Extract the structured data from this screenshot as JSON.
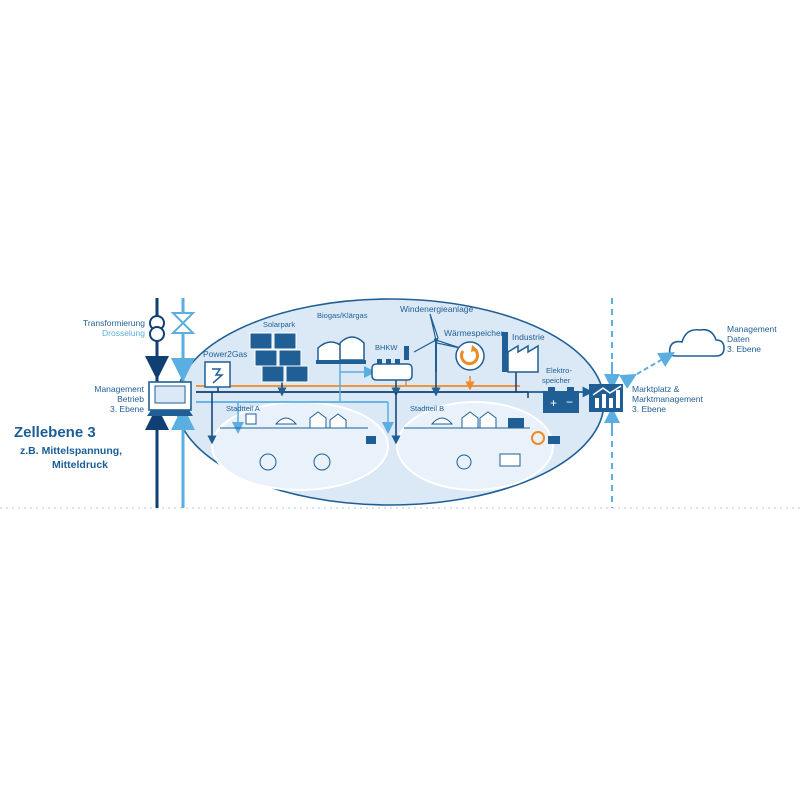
{
  "labels": {
    "transformation": "Transformierung",
    "throttling": "Drosselung",
    "mgmt_operation_1": "Management",
    "mgmt_operation_2": "Betrieb",
    "mgmt_operation_3": "3. Ebene",
    "cell_level_title": "Zellebene 3",
    "cell_level_sub_1": "z.B. Mittelspannung,",
    "cell_level_sub_2": "Mitteldruck",
    "solar_park": "Solarpark",
    "biogas": "Biogas/Klärgas",
    "power2gas": "Power2Gas",
    "chp": "BHKW",
    "wind": "Windenergieanlage",
    "heat_storage": "Wärmespeicher",
    "industry": "Industrie",
    "electro_storage_1": "Elektro-",
    "electro_storage_2": "speicher",
    "district_a": "Stadtteil A",
    "district_b": "Stadtteil B",
    "marketplace_1": "Marktplatz &",
    "marketplace_2": "Marktmanagement",
    "marketplace_3": "3. Ebene",
    "mgmt_data_1": "Management",
    "mgmt_data_2": "Daten",
    "mgmt_data_3": "3. Ebene"
  },
  "colors": {
    "dark_blue": "#0f3f73",
    "mid_blue": "#1f5f95",
    "light_blue": "#5aaee0",
    "cell_fill": "#dbe8f5",
    "orange": "#f08a24"
  },
  "icons": [
    "transformer-icon",
    "valve-icon",
    "laptop-icon",
    "power2gas-icon",
    "solar-panel-icon",
    "biogas-tank-icon",
    "chp-engine-icon",
    "wind-turbine-icon",
    "heat-storage-icon",
    "factory-icon",
    "battery-icon",
    "market-chart-icon",
    "cloud-icon"
  ]
}
